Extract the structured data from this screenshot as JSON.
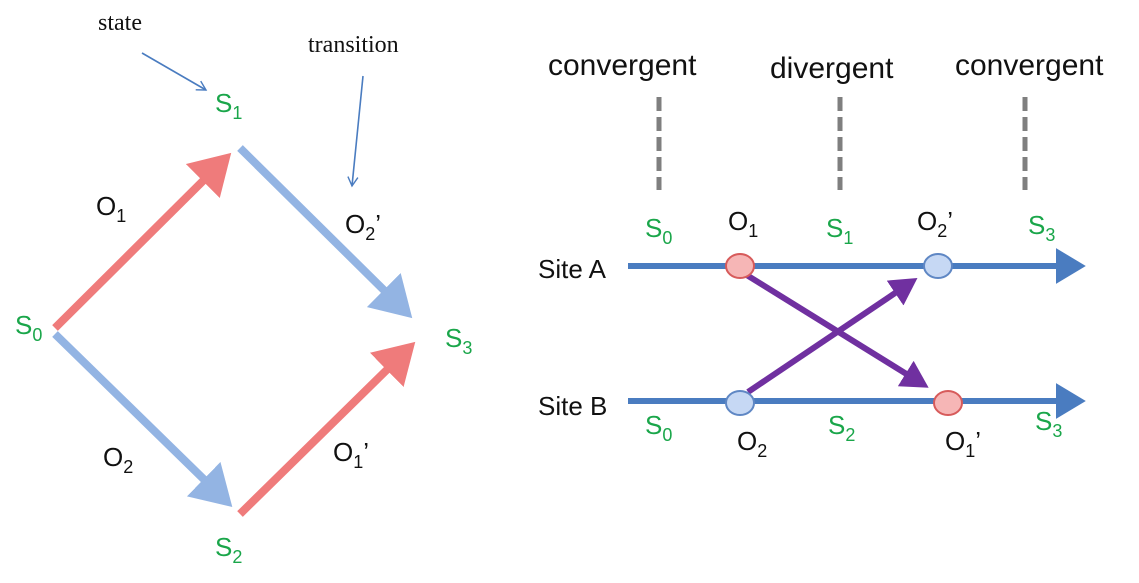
{
  "colors": {
    "state_green": "#1aa64a",
    "label_black": "#111111",
    "arrow_red": "#ef7b7b",
    "arrow_blue": "#93b4e3",
    "timeline_blue": "#4a7cc0",
    "cross_purple": "#7030a0",
    "dashed_gray": "#7f7f7f",
    "node_red_fill": "#f6b6b6",
    "node_red_stroke": "#d75b5b",
    "node_blue_fill": "#c6d8f4",
    "node_blue_stroke": "#5f87c4",
    "annotation_blue": "#4a7cc0"
  },
  "left": {
    "annotation_state": "state",
    "annotation_transition": "transition",
    "states": {
      "s0": {
        "base": "S",
        "sub": "0"
      },
      "s1": {
        "base": "S",
        "sub": "1"
      },
      "s2": {
        "base": "S",
        "sub": "2"
      },
      "s3": {
        "base": "S",
        "sub": "3"
      }
    },
    "ops": {
      "o1": {
        "base": "O",
        "sub": "1",
        "prime": ""
      },
      "o2": {
        "base": "O",
        "sub": "2",
        "prime": ""
      },
      "o2p": {
        "base": "O",
        "sub": "2",
        "prime": "’"
      },
      "o1p": {
        "base": "O",
        "sub": "1",
        "prime": "’"
      }
    }
  },
  "right": {
    "phases": [
      "convergent",
      "divergent",
      "convergent"
    ],
    "sites": {
      "a": "Site A",
      "b": "Site B"
    },
    "top_labels": {
      "s0": {
        "base": "S",
        "sub": "0"
      },
      "o1": {
        "base": "O",
        "sub": "1",
        "prime": ""
      },
      "s1": {
        "base": "S",
        "sub": "1"
      },
      "o2p": {
        "base": "O",
        "sub": "2",
        "prime": "’"
      },
      "s3": {
        "base": "S",
        "sub": "3"
      }
    },
    "bottom_labels": {
      "s0": {
        "base": "S",
        "sub": "0"
      },
      "o2": {
        "base": "O",
        "sub": "2",
        "prime": ""
      },
      "s2": {
        "base": "S",
        "sub": "2"
      },
      "o1p": {
        "base": "O",
        "sub": "1",
        "prime": "’"
      },
      "s3": {
        "base": "S",
        "sub": "3"
      }
    }
  }
}
